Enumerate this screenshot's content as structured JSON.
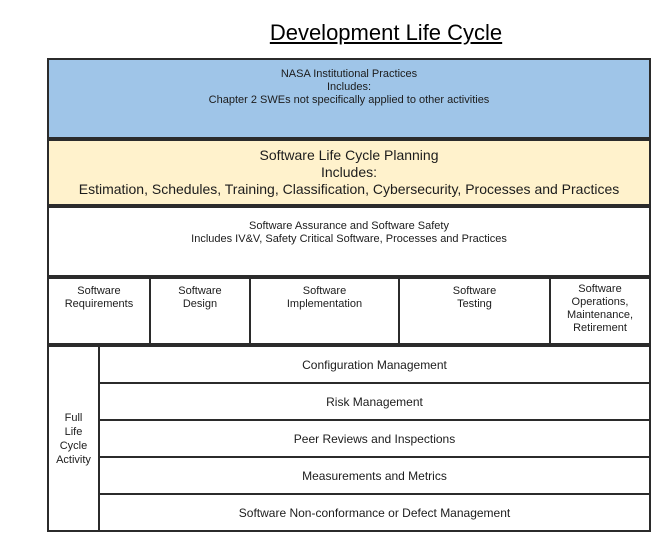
{
  "title": "Development Life Cycle",
  "colors": {
    "nasa_box_fill": "#9FC5E8",
    "planning_box_fill": "#FFF2CC",
    "assurance_box_fill": "#FFFFFF",
    "border": "#2B2B2B",
    "background": "#FFFFFF",
    "text": "#1C1C1C"
  },
  "boxes": {
    "nasa": {
      "lines": [
        "NASA Institutional Practices",
        "Includes:",
        "Chapter 2 SWEs not specifically applied to other activities"
      ]
    },
    "planning": {
      "lines": [
        "Software Life Cycle Planning",
        "Includes:",
        "Estimation, Schedules, Training, Classification, Cybersecurity, Processes and Practices"
      ]
    },
    "assurance": {
      "lines": [
        "Software Assurance and Software Safety",
        "Includes IV&V, Safety Critical Software, Processes and Practices"
      ]
    }
  },
  "phases": [
    {
      "label": [
        "Software",
        "Requirements"
      ]
    },
    {
      "label": [
        "Software",
        "Design"
      ]
    },
    {
      "label": [
        "Software",
        "Implementation"
      ]
    },
    {
      "label": [
        "Software",
        "Testing"
      ]
    },
    {
      "label": [
        "Software",
        "Operations,",
        "Maintenance,",
        "Retirement"
      ]
    }
  ],
  "full_life_cycle": {
    "label": [
      "Full",
      "Life",
      "Cycle",
      "Activity"
    ],
    "activities": [
      "Configuration Management",
      "Risk Management",
      "Peer Reviews and Inspections",
      "Measurements and Metrics",
      "Software Non-conformance or Defect Management"
    ]
  }
}
